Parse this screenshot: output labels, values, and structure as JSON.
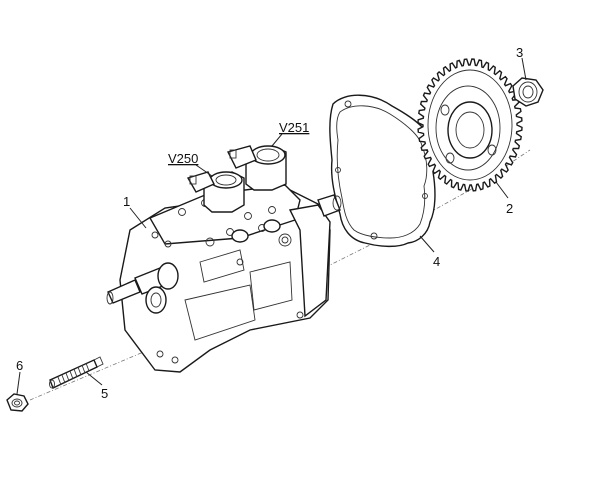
{
  "labels": {
    "part1": "1",
    "part2": "2",
    "part3": "3",
    "part4": "4",
    "part5": "5",
    "part6": "6",
    "v250": "V250",
    "v251": "V251"
  }
}
